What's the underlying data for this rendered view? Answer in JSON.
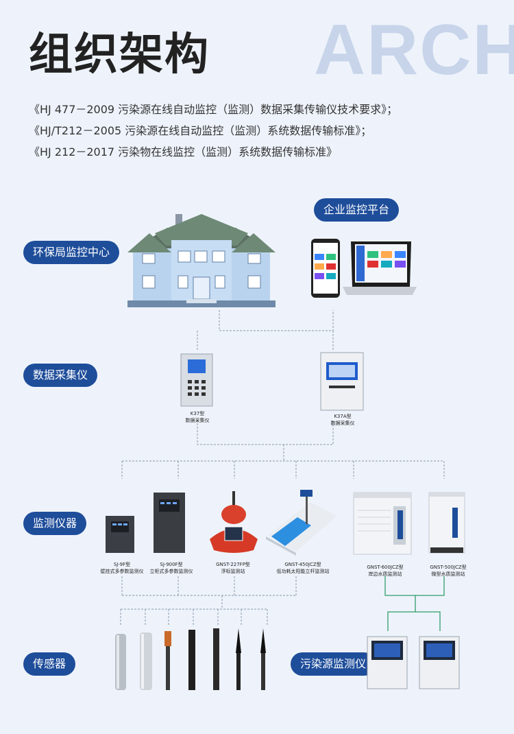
{
  "title": "组织架构",
  "bg_word": "ARCH",
  "standards": [
    "《HJ 477－2009 污染源在线自动监控（监测）数据采集传输仪技术要求》；",
    "《HJ/T212－2005 污染源在线自动监控（监测）系统数据传输标准》；",
    "《HJ 212－2017 污染物在线监控（监测）系统数据传输标准》"
  ],
  "labels": {
    "platform": "企业监控平台",
    "center": "环保局监控中心",
    "collector": "数据采集仪",
    "monitor": "监测仪器",
    "sensor": "传感器",
    "pollution": "污染源监测仪"
  },
  "collectors": [
    {
      "model": "K37型",
      "desc": "数据采集仪"
    },
    {
      "model": "K37A型",
      "desc": "数据采集仪"
    }
  ],
  "instruments": [
    {
      "model": "SJ-9F型",
      "desc": "壁挂式多参数监测仪"
    },
    {
      "model": "SJ-900F型",
      "desc": "立柜式多参数监测仪"
    },
    {
      "model": "GNST-227FP型",
      "desc": "浮标监测站"
    },
    {
      "model": "GNST-450JCZ型",
      "desc": "低功耗太阳能立杆监测站"
    },
    {
      "model": "GNST-600JCZ型",
      "desc": "岸边水质监测站"
    },
    {
      "model": "GNST-500JCZ型",
      "desc": "微型水质监测站"
    }
  ],
  "colors": {
    "accent": "#1e4d9a",
    "line": "#9aa7b8",
    "green": "#2f9c6a"
  }
}
